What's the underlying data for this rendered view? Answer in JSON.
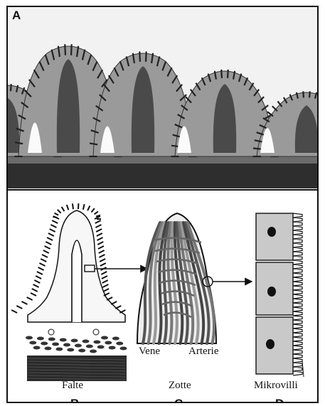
{
  "panels": {
    "a": {
      "letter": "A"
    },
    "b": {
      "letter": "B",
      "caption": "Falte"
    },
    "c": {
      "letter": "C",
      "caption": "Zotte",
      "label_left": "Vene",
      "label_right": "Arterie"
    },
    "d": {
      "letter": "D",
      "caption": "Mikrovilli"
    }
  },
  "colors": {
    "ink": "#111111",
    "photo_bg": "#f4f4f4",
    "mid_gray": "#8a8a8a",
    "cell_fill": "#c9c9c9",
    "dark_layer": "#2a2a2a"
  },
  "icons": {
    "arrow_b_c": "arrow-right",
    "arrow_c_d": "arrow-right"
  }
}
